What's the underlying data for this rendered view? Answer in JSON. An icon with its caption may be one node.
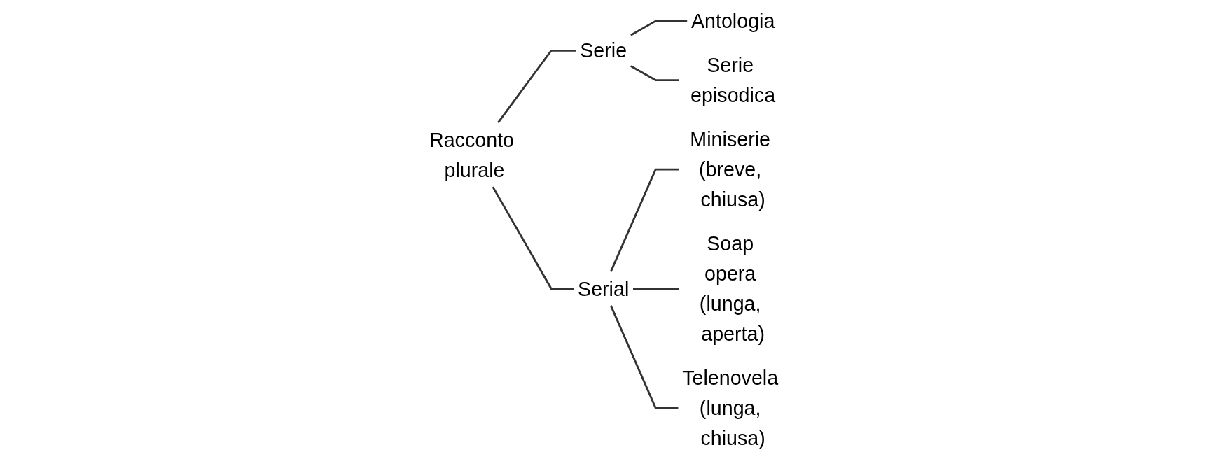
{
  "diagram": {
    "nodes": [
      {
        "text": [
          "Racconto plurale"
        ]
      },
      {
        "text": [
          "Serie"
        ]
      },
      {
        "text": [
          "Antologia"
        ]
      },
      {
        "text": [
          "Serie episodica"
        ]
      },
      {
        "text": [
          "Serial"
        ]
      },
      {
        "text": [
          "Miniserie (breve, chiusa)"
        ]
      },
      {
        "text": [
          "Soap opera (lunga, aperta)"
        ]
      },
      {
        "text": [
          "Telenovela (lunga, chiusa)"
        ]
      }
    ],
    "edges": [
      {
        "from": 0,
        "to": 1,
        "arrow": "none"
      },
      {
        "from": 1,
        "to": 2,
        "arrow": "none"
      },
      {
        "from": 1,
        "to": 3,
        "arrow": "none"
      },
      {
        "from": 0,
        "to": 4,
        "arrow": "none"
      },
      {
        "from": 4,
        "to": 5,
        "arrow": "none"
      },
      {
        "from": 4,
        "to": 6,
        "arrow": "none"
      },
      {
        "from": 4,
        "to": 7,
        "arrow": "none"
      }
    ]
  }
}
